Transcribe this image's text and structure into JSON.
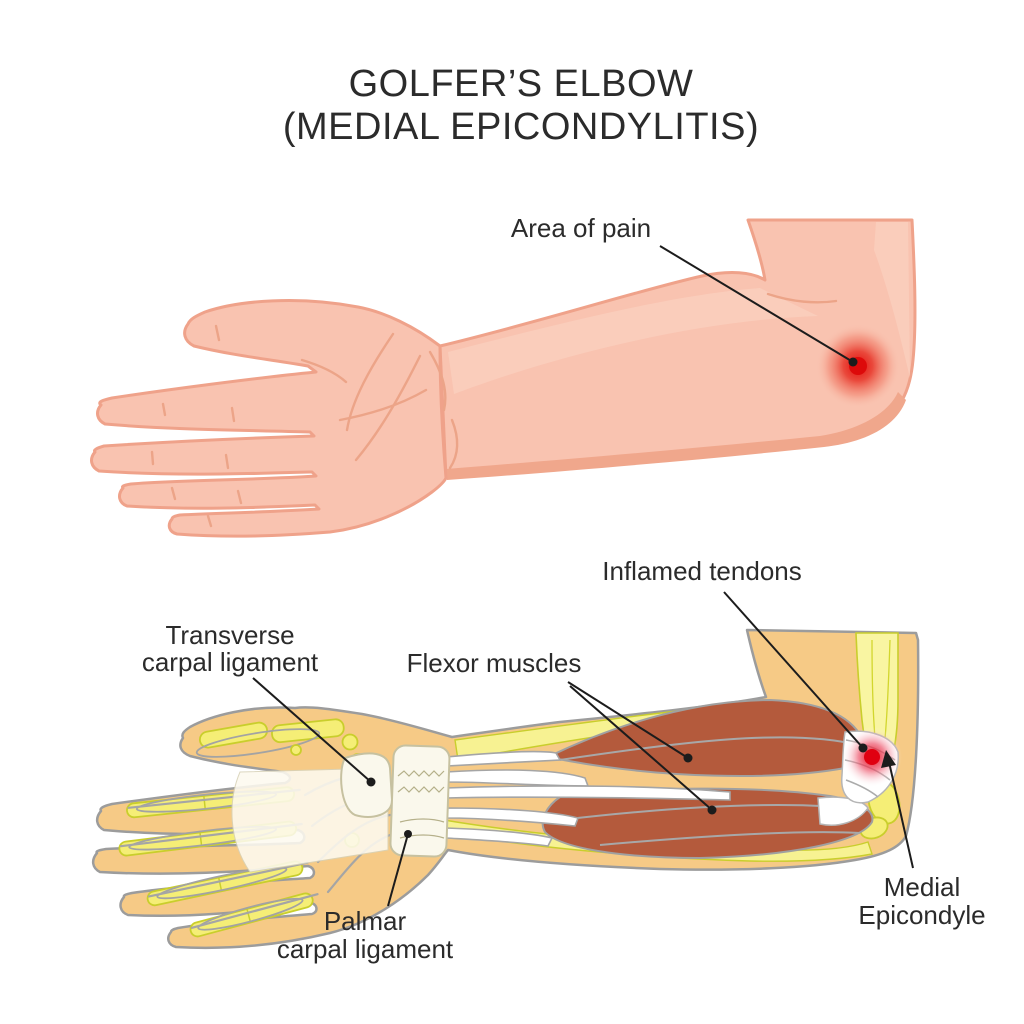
{
  "title": {
    "line1": "GOLFER’S ELBOW",
    "line2": "(MEDIAL EPICONDYLITIS)"
  },
  "labels": {
    "area_of_pain": "Area of pain",
    "inflamed_tendons": "Inflamed tendons",
    "transverse_carpal_ligament_line1": "Transverse",
    "transverse_carpal_ligament_line2": "carpal ligament",
    "flexor_muscles": "Flexor muscles",
    "palmar_carpal_ligament_line1": "Palmar",
    "palmar_carpal_ligament_line2": "carpal ligament",
    "medial_epicondyle_line1": "Medial",
    "medial_epicondyle_line2": "Epicondyle"
  },
  "colors": {
    "background": "#ffffff",
    "skin": "#f9c3b0",
    "skin_outline": "#efa28a",
    "skin_shadow": "#f0a78c",
    "skin_highlight": "#fbd2c1",
    "pain_red": "#e30b0b",
    "anatomy_skin": "#f6ca86",
    "anatomy_outline": "#9c9c9c",
    "bone_yellow": "#f5ee76",
    "bone_outline": "#c9ce2c",
    "tendon_pale_yellow": "#f9f5a2",
    "muscle_red": "#b45a3c",
    "muscle_outline": "#a0a0a0",
    "tendon_white": "#ffffff",
    "inflamed_red": "#e3000f",
    "label_text": "#2b2b2b",
    "leader_line": "#1c1c1c"
  }
}
